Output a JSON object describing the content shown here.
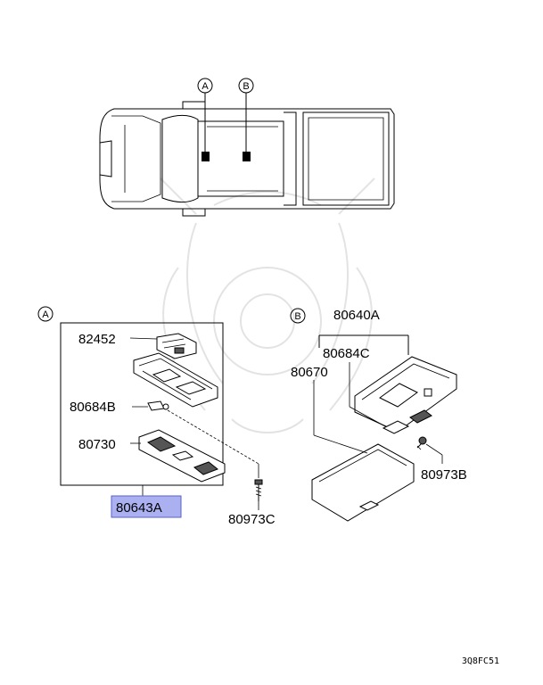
{
  "diagram": {
    "views": [
      {
        "letter": "A"
      },
      {
        "letter": "B"
      }
    ],
    "group_a": {
      "letter": "A",
      "parts": {
        "p82452": "82452",
        "p80684b": "80684B",
        "p80730": "80730",
        "p80643a": "80643A",
        "p80973c": "80973C"
      }
    },
    "group_b": {
      "letter": "B",
      "parts": {
        "p80640a": "80640A",
        "p80684c": "80684C",
        "p80670": "80670",
        "p80973b": "80973B"
      }
    },
    "highlight_color": "#aab0f0",
    "drawing_code": "3Q8FC51"
  }
}
